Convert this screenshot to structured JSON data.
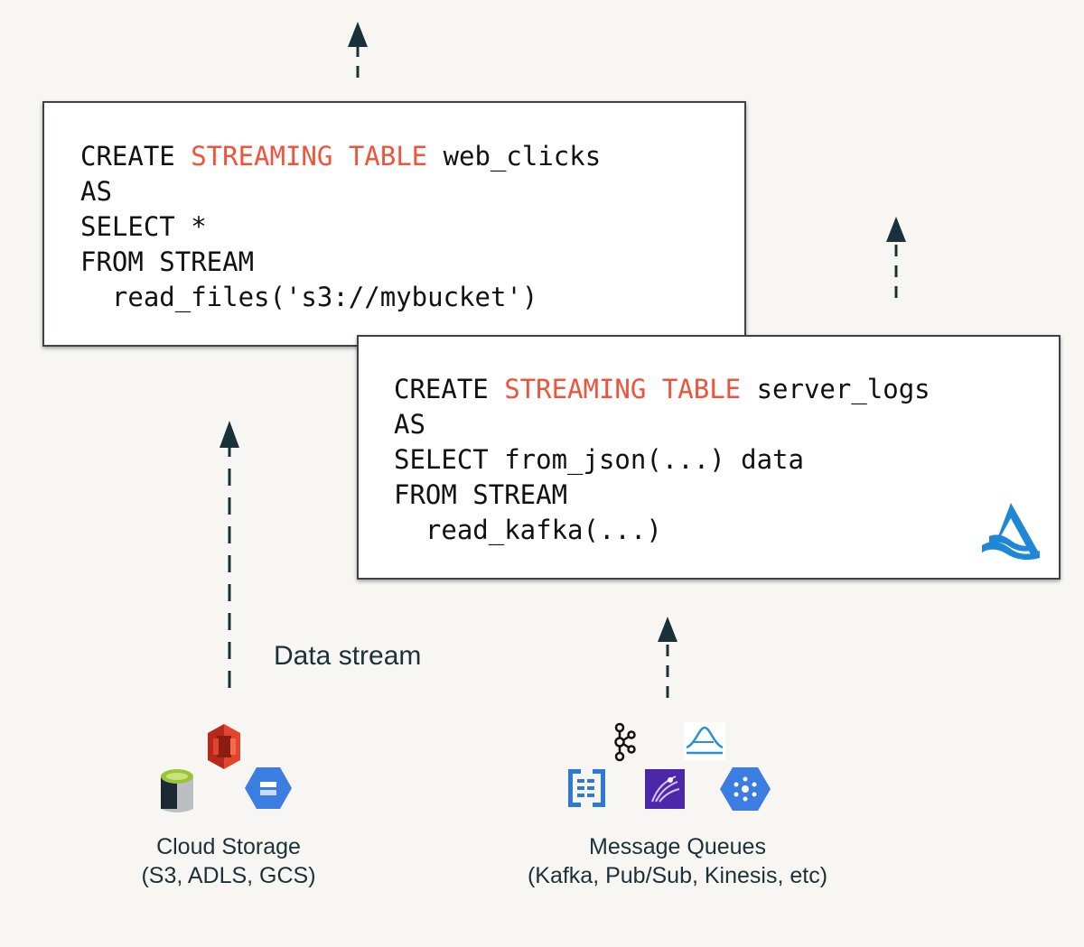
{
  "code_blocks": [
    {
      "id": "web_clicks",
      "lines": [
        [
          {
            "t": "CREATE "
          },
          {
            "t": "STREAMING TABLE",
            "kw": true
          },
          {
            "t": " web_clicks"
          }
        ],
        [
          {
            "t": "AS"
          }
        ],
        [
          {
            "t": "SELECT *"
          }
        ],
        [
          {
            "t": "FROM STREAM"
          }
        ],
        [
          {
            "t": "  read_files('s3://mybucket')"
          }
        ]
      ]
    },
    {
      "id": "server_logs",
      "lines": [
        [
          {
            "t": "CREATE "
          },
          {
            "t": "STREAMING TABLE",
            "kw": true
          },
          {
            "t": " server_logs"
          }
        ],
        [
          {
            "t": "AS"
          }
        ],
        [
          {
            "t": "SELECT from_json(...) data"
          }
        ],
        [
          {
            "t": "FROM STREAM"
          }
        ],
        [
          {
            "t": "  read_kafka(...)"
          }
        ]
      ]
    }
  ],
  "labels": {
    "data_stream": "Data stream",
    "cloud_storage_title": "Cloud Storage",
    "cloud_storage_sub": "(S3, ADLS, GCS)",
    "message_queues_title": "Message Queues",
    "message_queues_sub": "(Kafka, Pub/Sub, Kinesis, etc)"
  },
  "icons": {
    "cloud_storage": [
      "aws-s3-icon",
      "azure-storage-icon",
      "google-cloud-storage-icon"
    ],
    "message_queues": [
      "apache-kafka-icon",
      "confluent-icon",
      "amazon-kinesis-icon",
      "azure-event-hubs-icon",
      "google-pubsub-icon"
    ],
    "brand": "delta-live-tables-logo-icon"
  },
  "colors": {
    "background": "#f7f6f3",
    "keyword": "#f0533a",
    "arrow": "#1b3139",
    "text": "#1b3139",
    "brand": "#1e88d7"
  }
}
